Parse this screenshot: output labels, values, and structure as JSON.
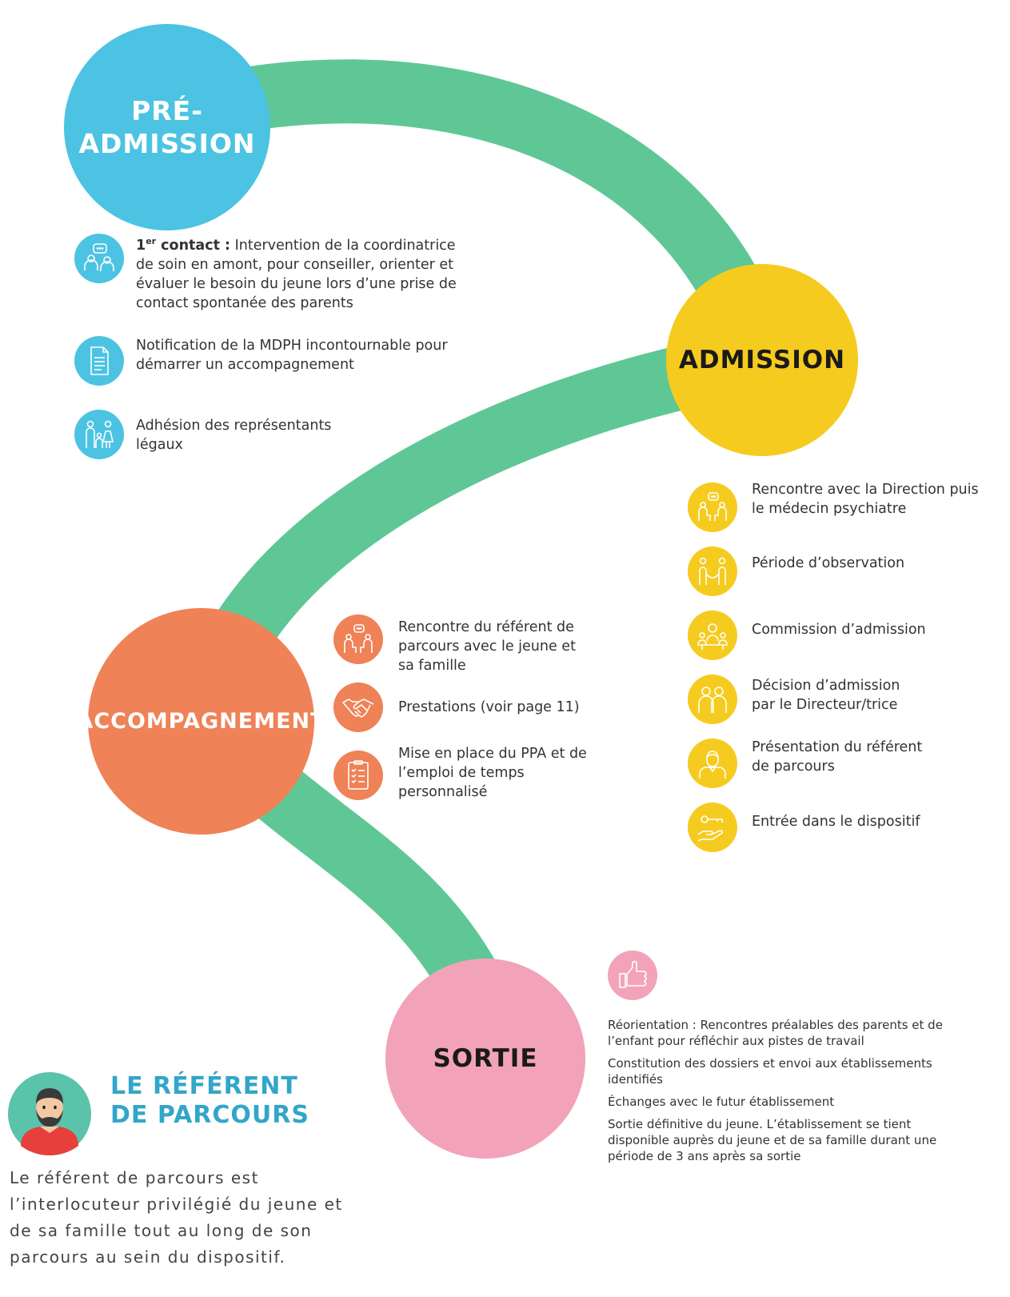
{
  "colors": {
    "track": "#5fc796",
    "pre_admission": "#4cc3e2",
    "admission": "#f6cb1f",
    "accompagnement": "#ef8257",
    "sortie": "#f2a3b9",
    "referent_title": "#32a6c9"
  },
  "stages": {
    "pre_admission": {
      "line1": "PRÉ-",
      "line2": "ADMISSION"
    },
    "admission": {
      "label": "ADMISSION"
    },
    "accompagnement": {
      "label": "ACCOMPAGNEMENT"
    },
    "sortie": {
      "label": "SORTIE"
    }
  },
  "pre_admission_items": [
    {
      "icon": "conversation-icon",
      "bold": "1",
      "sup": "er",
      "bold_rest": " contact :",
      "text": " Intervention de la coordinatrice de soin en amont, pour conseiller, orienter et évaluer le besoin du jeune lors d’une prise de contact spontanée des parents"
    },
    {
      "icon": "document-icon",
      "text": "Notification de la MDPH incontournable pour démarrer un accompagnement"
    },
    {
      "icon": "family-icon",
      "text": "Adhésion des représentants légaux"
    }
  ],
  "admission_items": [
    {
      "icon": "meeting-icon",
      "text": "Rencontre avec la Direction puis le médecin psychiatre"
    },
    {
      "icon": "observation-icon",
      "text": "Période d’observation"
    },
    {
      "icon": "commission-icon",
      "text": "Commission d’admission"
    },
    {
      "icon": "decision-icon",
      "text": "Décision d’admission par le Directeur/trice"
    },
    {
      "icon": "person-icon",
      "text": "Présentation du référent de parcours"
    },
    {
      "icon": "key-hand-icon",
      "text": "Entrée dans le dispositif"
    }
  ],
  "accompagnement_items": [
    {
      "icon": "meeting-icon",
      "text": "Rencontre du référent de parcours avec le jeune et sa famille"
    },
    {
      "icon": "handshake-icon",
      "text": "Prestations (voir page 11)"
    },
    {
      "icon": "checklist-icon",
      "text": "Mise en place du PPA et de l’emploi de temps personnalisé"
    }
  ],
  "sortie": {
    "icon": "thumbs-up-icon",
    "items": [
      "Réorientation : Rencontres préalables des parents et de l’enfant pour réfléchir aux pistes de travail",
      "Constitution des dossiers et envoi aux établissements identifiés",
      "Échanges avec le futur établissement",
      "Sortie définitive du jeune. L’établissement se tient disponible auprès du jeune et de sa famille durant une période de 3 ans après sa sortie"
    ]
  },
  "referent": {
    "avatar": "bearded-man-avatar",
    "title_line1": "LE RÉFÉRENT",
    "title_line2": "DE PARCOURS",
    "body": "Le référent de parcours est l’interlocuteur privilégié du jeune et de sa famille tout au long de son parcours au sein du dispositif."
  }
}
